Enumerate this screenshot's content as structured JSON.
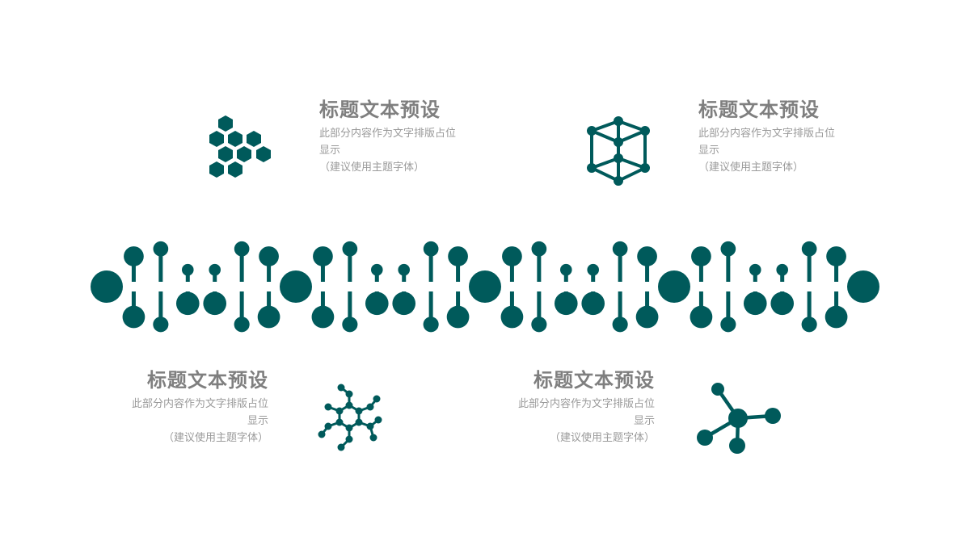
{
  "accent_color": "#005a5b",
  "text_color": "#7f7f7f",
  "blocks": [
    {
      "title": "标题文本预设",
      "line1": "此部分内容作为文字排版占位",
      "line2": "显示",
      "line3": "（建议使用主题字体）",
      "icon": "hexagon-cluster-icon"
    },
    {
      "title": "标题文本预设",
      "line1": "此部分内容作为文字排版占位",
      "line2": "显示",
      "line3": "（建议使用主题字体）",
      "icon": "cube-molecule-icon"
    },
    {
      "title": "标题文本预设",
      "line1": "此部分内容作为文字排版占位",
      "line2": "显示",
      "line3": "（建议使用主题字体）",
      "icon": "ring-molecule-icon"
    },
    {
      "title": "标题文本预设",
      "line1": "此部分内容作为文字排版占位",
      "line2": "显示",
      "line3": "（建议使用主题字体）",
      "icon": "branch-molecule-icon"
    }
  ],
  "decoration": {
    "name": "dna-helix",
    "periods": 4
  }
}
